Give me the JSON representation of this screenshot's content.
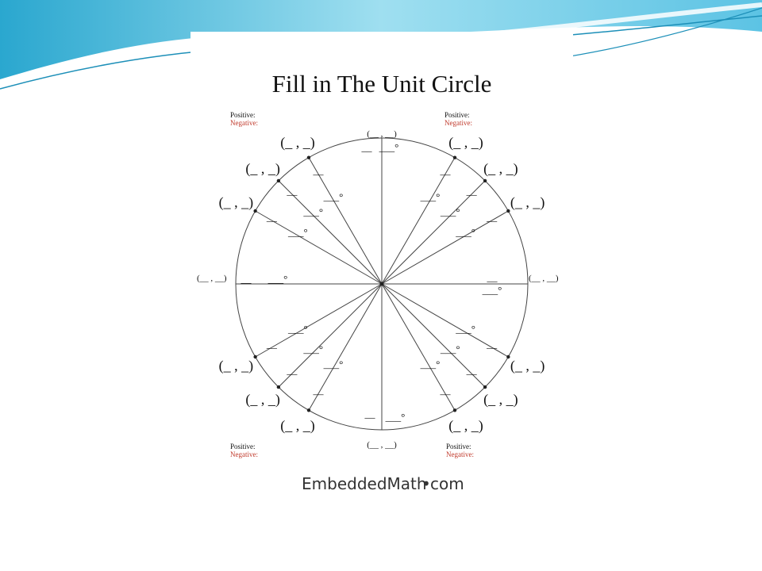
{
  "slide": {
    "theme_colors": {
      "wave_light": "#bfe9f5",
      "wave_mid": "#7fd1ea",
      "wave_dark": "#2aa7cf"
    }
  },
  "worksheet": {
    "title": "Fill in The Unit Circle",
    "quadrant_labels": {
      "positive": "Positive:",
      "negative": "Negative:",
      "positive_color": "#111111",
      "negative_color": "#c0392b"
    },
    "coordinate_blank": "(__ , __)",
    "coordinate_blank_compact": "(_ , _)",
    "value_blank": "__",
    "degree_blank": "___°",
    "brand": {
      "text": "EmbeddedMath",
      "dot": "•",
      "suffix": "com"
    }
  }
}
